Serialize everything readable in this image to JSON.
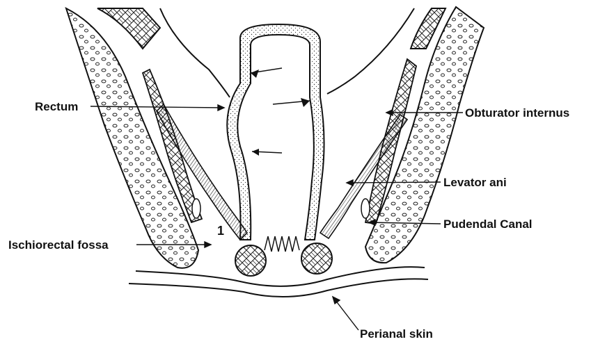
{
  "labels": {
    "rectum": "Rectum",
    "obturator_internus": "Obturator internus",
    "levator_ani": "Levator ani",
    "pudendal_canal": "Pudendal Canal",
    "ischiorectal_fossa": "Ischiorectal fossa",
    "perianal_skin": "Perianal skin",
    "region_number": "1"
  },
  "colors": {
    "ink": "#111111",
    "background": "#ffffff"
  }
}
